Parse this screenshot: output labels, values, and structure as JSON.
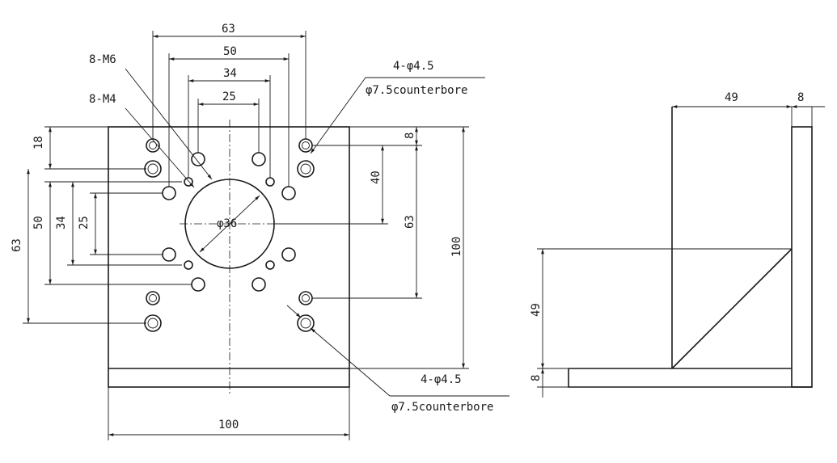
{
  "front_view": {
    "dims": {
      "top_63": "63",
      "top_50": "50",
      "top_34": "34",
      "top_25": "25",
      "bottom_100": "100",
      "left_18": "18",
      "left_63": "63",
      "left_50": "50",
      "left_34": "34",
      "left_25": "25",
      "right_8": "8",
      "right_40": "40",
      "right_63": "63",
      "right_100": "100"
    },
    "notes": {
      "m6": "8-M6",
      "m4": "8-M4",
      "counterbore_top_qty": "4-φ4.5",
      "counterbore_top_size": "φ7.5counterbore",
      "counterbore_bottom_qty": "4-φ4.5",
      "counterbore_bottom_size": "φ7.5counterbore",
      "center_hole": "φ36"
    }
  },
  "side_view": {
    "dims": {
      "top_49": "49",
      "top_8": "8",
      "left_49": "49",
      "left_8": "8"
    }
  }
}
